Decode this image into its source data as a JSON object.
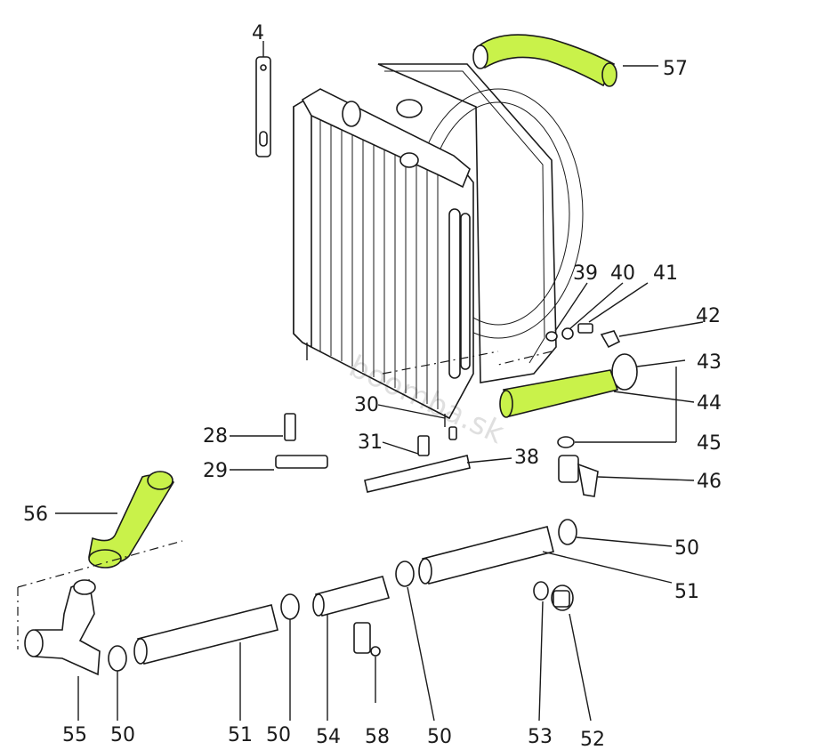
{
  "diagram": {
    "highlight_color": "#c9f24a",
    "line_color": "#1a1a1a",
    "labels": [
      "4",
      "57",
      "39",
      "40",
      "41",
      "42",
      "43",
      "44",
      "45",
      "46",
      "30",
      "31",
      "38",
      "28",
      "29",
      "56",
      "50",
      "51",
      "50",
      "51",
      "55",
      "50",
      "51",
      "50",
      "54",
      "58",
      "50",
      "53",
      "52"
    ],
    "watermark": "boomba.sk"
  }
}
